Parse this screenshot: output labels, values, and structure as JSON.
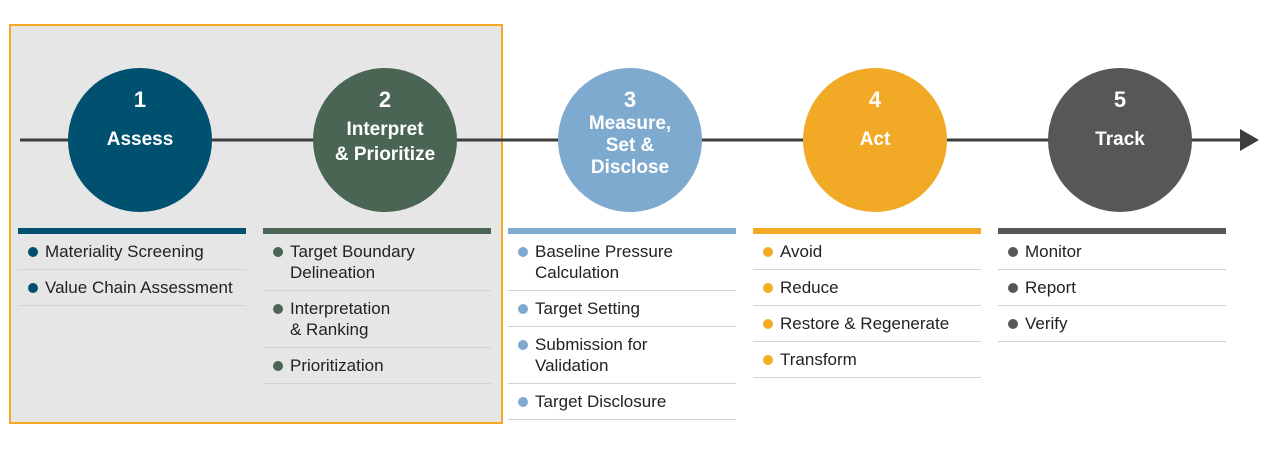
{
  "colors": {
    "assess": "#005170",
    "interpret": "#4a6554",
    "measure": "#7faacf",
    "act": "#f2a925",
    "track": "#595656",
    "highlight_border": "#f2a925",
    "highlight_fill": "#e6e6e6",
    "line": "#3d3d3d"
  },
  "steps": [
    {
      "number": "1",
      "title": "Assess",
      "items": [
        "Materiality Screening",
        "Value Chain Assessment"
      ]
    },
    {
      "number": "2",
      "title": "Interpret\n& Prioritize",
      "items": [
        "Target Boundary\nDelineation",
        "Interpretation\n & Ranking",
        "Prioritization"
      ]
    },
    {
      "number": "3",
      "title": "Measure,\nSet &\nDisclose",
      "items": [
        "Baseline Pressure\nCalculation",
        "Target Setting",
        "Submission for\nValidation",
        "Target Disclosure"
      ]
    },
    {
      "number": "4",
      "title": "Act",
      "items": [
        "Avoid",
        "Reduce",
        "Restore & Regenerate",
        "Transform"
      ]
    },
    {
      "number": "5",
      "title": "Track",
      "items": [
        "Monitor",
        "Report",
        "Verify"
      ]
    }
  ]
}
